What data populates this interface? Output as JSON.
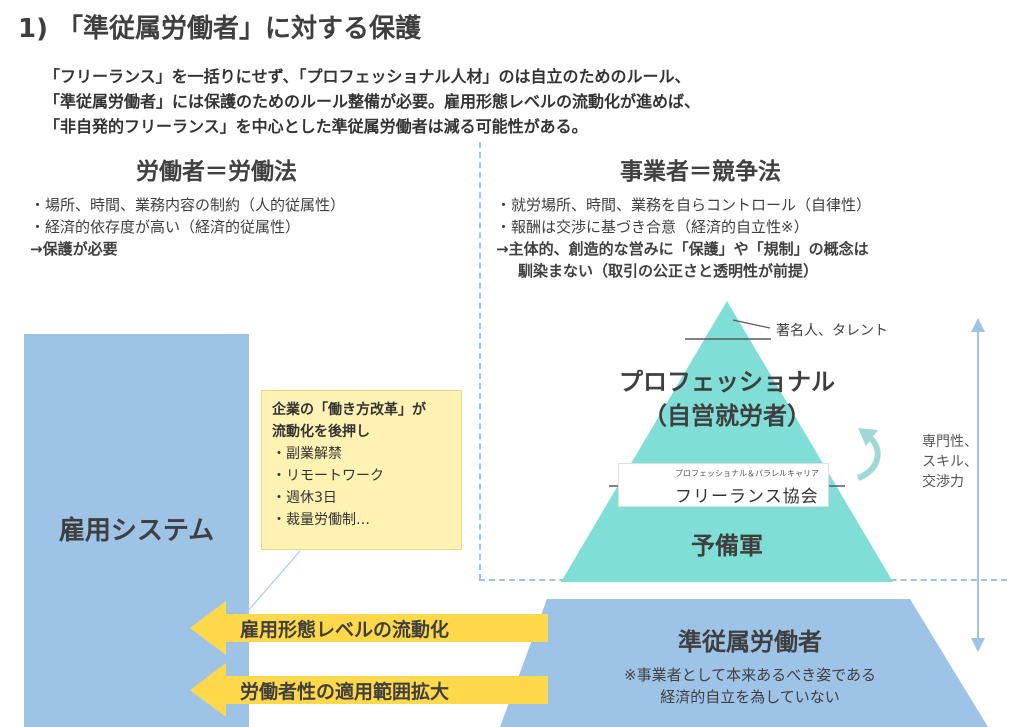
{
  "title": "1) 「準従属労働者」に対する保護",
  "intro": [
    "「フリーランス」を一括りにせず、「プロフェッショナル人材」のは自立のためのルール、",
    "「準従属労働者」には保護のためのルール整備が必要。雇用形態レベルの流動化が進めば、",
    "「非自発的フリーランス」を中心とした準従属労働者は減る可能性がある。"
  ],
  "left": {
    "heading": "労働者＝労働法",
    "bullets": [
      "・場所、時間、業務内容の制約（人的従属性）",
      "・経済的依存度が高い（経済的従属性）"
    ],
    "conclusion": "→保護が必要"
  },
  "right": {
    "heading": "事業者＝競争法",
    "bullets": [
      "・就労場所、時間、業務を自らコントロール（自律性）",
      "・報酬は交渉に基づき合意（経済的自立性※）"
    ],
    "conclusion_line1": "→主体的、創造的な営みに「保護」や「規制」の概念は",
    "conclusion_line2": "馴染まない（取引の公正さと透明性が前提）"
  },
  "employment_system": "雇用システム",
  "note": {
    "title_line1": "企業の「働き方改革」が",
    "title_line2": "流動化を後押し",
    "items": [
      "・副業解禁",
      "・リモートワーク",
      "・週休3日",
      "・裁量労働制…"
    ]
  },
  "pyramid": {
    "top_label": "著名人、タレント",
    "professional_line1": "プロフェッショナル",
    "professional_line2": "（自営就労者）",
    "logo_small": "プロフェッショナル＆パラレルキャリア",
    "logo_big": "フリーランス協会",
    "reserve": "予備軍",
    "semi_dependent": "準従属労働者",
    "semi_note_line1": "※事業者として本来あるべき姿である",
    "semi_note_line2": "経済的自立を為していない"
  },
  "side_axis": [
    "専門性、",
    "スキル、",
    "交渉力"
  ],
  "arrows": [
    "雇用形態レベルの流動化",
    "労働者性の適用範囲拡大"
  ],
  "colors": {
    "employment_blue": "#9dc3e6",
    "pyramid_teal": "#7fded6",
    "arrow_yellow": "#ffd94a",
    "note_yellow": "#fff2b3",
    "divider_blue": "#9dc3e6"
  }
}
